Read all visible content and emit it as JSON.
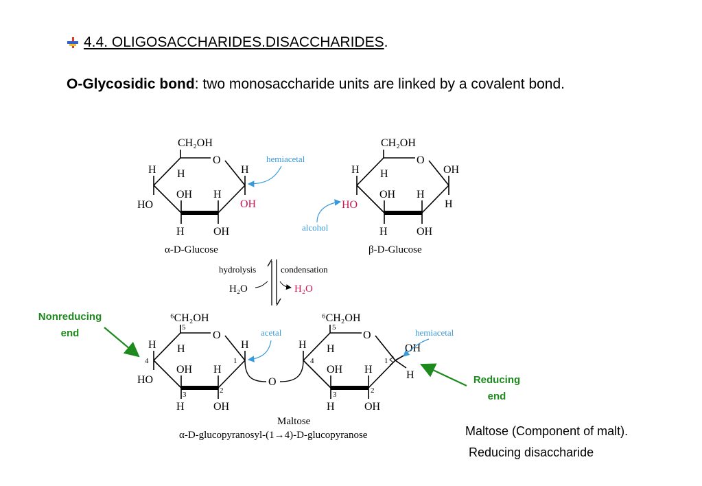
{
  "heading": {
    "text": "4.4. OLIGOSACCHARIDES.DISACCHARIDES",
    "trailing": "."
  },
  "definition": {
    "term": "O-Glycosidic bond",
    "rest": ": two monosaccharide units are linked by a covalent bond."
  },
  "diagram": {
    "ring_atom": "O",
    "h": "H",
    "oh": "OH",
    "ho": "HO",
    "ch2oh": "CH₂OH",
    "ch2oh_num": "⁶CH₂OH",
    "alpha_name": "α-D-Glucose",
    "beta_name": "β-D-Glucose",
    "hemiacetal": "hemiacetal",
    "alcohol": "alcohol",
    "acetal": "acetal",
    "hydrolysis": "hydrolysis",
    "condensation": "condensation",
    "h2o": "H₂O",
    "maltose": "Maltose",
    "maltose_systematic": "α-D-glucopyranosyl-(1→4)-D-glucopyranose",
    "carbon_numbers": [
      "1",
      "2",
      "3",
      "4",
      "5"
    ],
    "nonreducing": [
      "Nonreducing",
      "end"
    ],
    "reducing": [
      "Reducing",
      "end"
    ]
  },
  "notes": {
    "line1": "Maltose (Component of malt).",
    "line2": "Reducing disaccharide"
  },
  "colors": {
    "red": "#c8174f",
    "blue": "#3a9ad9",
    "green": "#1e8a1e"
  }
}
